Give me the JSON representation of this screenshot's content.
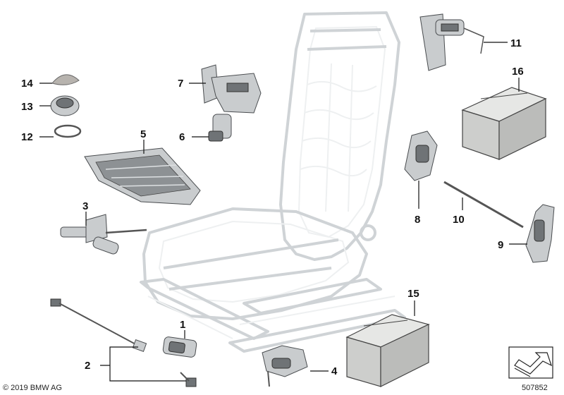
{
  "callouts": {
    "c1": "1",
    "c2": "2",
    "c3": "3",
    "c4": "4",
    "c5": "5",
    "c6": "6",
    "c7": "7",
    "c8": "8",
    "c9": "9",
    "c10": "10",
    "c11": "11",
    "c12": "12",
    "c13": "13",
    "c14": "14",
    "c15": "15",
    "c16": "16"
  },
  "footer": {
    "copyright": "© 2019 BMW AG",
    "diagram_number": "507852"
  },
  "icons": {
    "corner": "return-arrow-icon"
  },
  "colors": {
    "frame": "#cfd3d6",
    "part": "#c9ccce",
    "box": "#d0d1cf"
  }
}
